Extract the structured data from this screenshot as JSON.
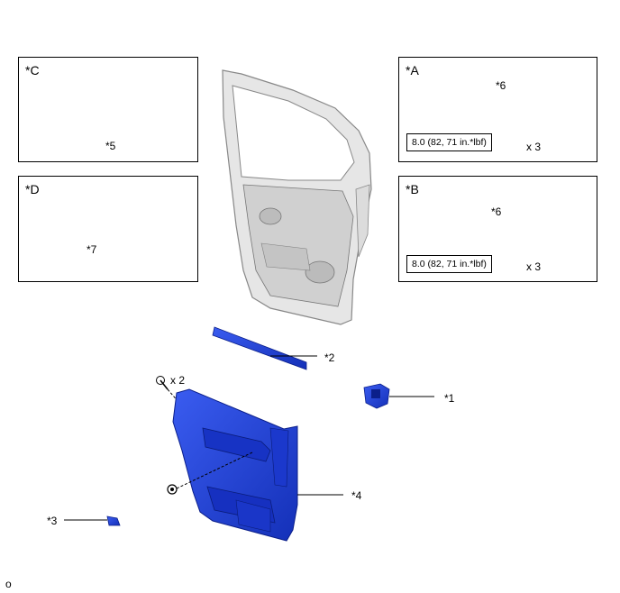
{
  "panels": {
    "C": {
      "label": "*C",
      "part": "*5"
    },
    "D": {
      "label": "*D",
      "part": "*7"
    },
    "A": {
      "label": "*A",
      "part": "*6",
      "torque": "8.0 (82, 71 in.*lbf)",
      "qty": "x 3"
    },
    "B": {
      "label": "*B",
      "part": "*6",
      "torque": "8.0 (82, 71 in.*lbf)",
      "qty": "x 3"
    }
  },
  "callouts": {
    "c1": "*1",
    "c2": "*2",
    "c3": "*3",
    "c4": "*4",
    "screw_qty": "x 2"
  },
  "diagram_code": "o",
  "colors": {
    "part_blue": "#1e3fd8",
    "part_dark": "#0b1f8a",
    "frame_gray": "#d9d9d9"
  }
}
